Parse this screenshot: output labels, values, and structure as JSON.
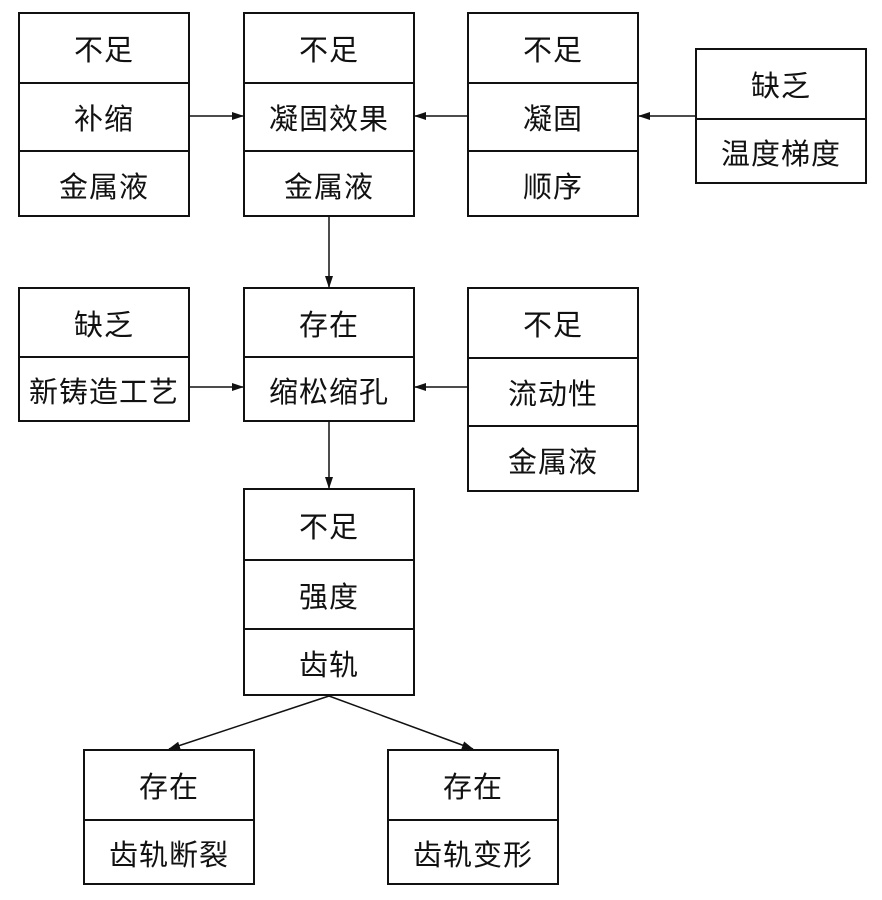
{
  "boxes": {
    "b1": [
      "不足",
      "补缩",
      "金属液"
    ],
    "b2": [
      "不足",
      "凝固效果",
      "金属液"
    ],
    "b3": [
      "不足",
      "凝固",
      "顺序"
    ],
    "b4": [
      "缺乏",
      "温度梯度"
    ],
    "b5": [
      "缺乏",
      "新铸造工艺"
    ],
    "b6": [
      "存在",
      "缩松缩孔"
    ],
    "b7": [
      "不足",
      "流动性",
      "金属液"
    ],
    "b8": [
      "不足",
      "强度",
      "齿轨"
    ],
    "b9": [
      "存在",
      "齿轨断裂"
    ],
    "b10": [
      "存在",
      "齿轨变形"
    ]
  },
  "colors": {
    "line": "#111111",
    "background": "#ffffff"
  }
}
